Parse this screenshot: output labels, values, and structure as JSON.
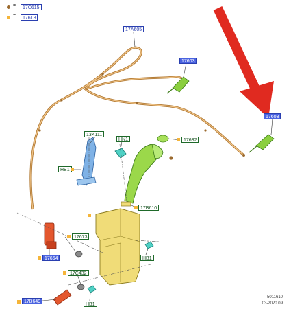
{
  "legend": {
    "items": [
      {
        "symbol": "brown-circle",
        "equals": "=",
        "part": "17C615",
        "color": "#9b6a2e"
      },
      {
        "symbol": "orange-square",
        "equals": "=",
        "part": "17618",
        "color": "#f5b53a"
      }
    ]
  },
  "callouts": {
    "hose_main": "17A605",
    "nozzle_upper": "17603",
    "nozzle_right": "17603",
    "bracket": "13K111",
    "hn1": "HN1",
    "filler_cap": "17632",
    "hb1_top": "HB1",
    "filler_joint": "17B610",
    "pump": "17664",
    "sensor": "17673",
    "hb1_right": "HB1",
    "grommet": "17C432",
    "rear_pump": "17B649",
    "hb1_bottom": "HB1"
  },
  "footer": {
    "doc_id": "5011610",
    "date": "03-2020 09"
  },
  "colors": {
    "hose": "#d9a05a",
    "hose_outline": "#b27a34",
    "reservoir": "#f0dc78",
    "filler_tube": "#9bd84a",
    "pump": "#e4572e",
    "bracket": "#7fb2e6",
    "connector": "#4fd1c5",
    "arrow": "#e02a20"
  }
}
